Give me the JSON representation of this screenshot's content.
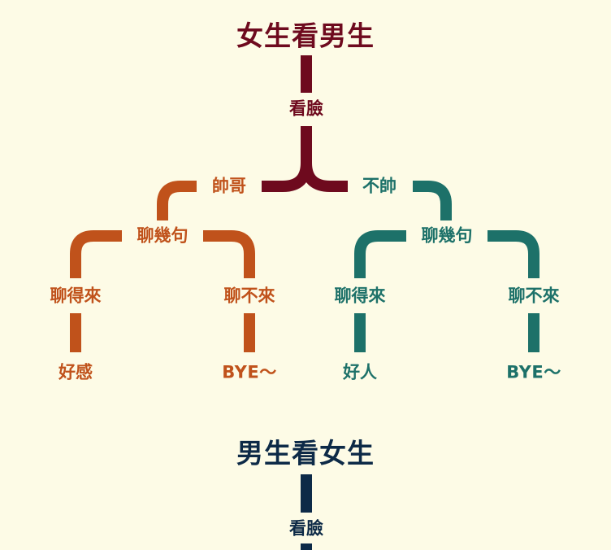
{
  "colors": {
    "background": "#fdfbe6",
    "root_women": "#6e0a1e",
    "handsome_branch": "#c0521b",
    "not_handsome_branch": "#1d7169",
    "root_men": "#0d2a47"
  },
  "tree_women": {
    "title": "女生看男生",
    "step1": "看臉",
    "left": {
      "label": "帥哥",
      "step": "聊幾句",
      "yes": "聊得來",
      "yes_result": "好感",
      "no": "聊不來",
      "no_result": "BYE～"
    },
    "right": {
      "label": "不帥",
      "step": "聊幾句",
      "yes": "聊得來",
      "yes_result": "好人",
      "no": "聊不來",
      "no_result": "BYE～"
    }
  },
  "tree_men": {
    "title": "男生看女生",
    "step1": "看臉"
  }
}
